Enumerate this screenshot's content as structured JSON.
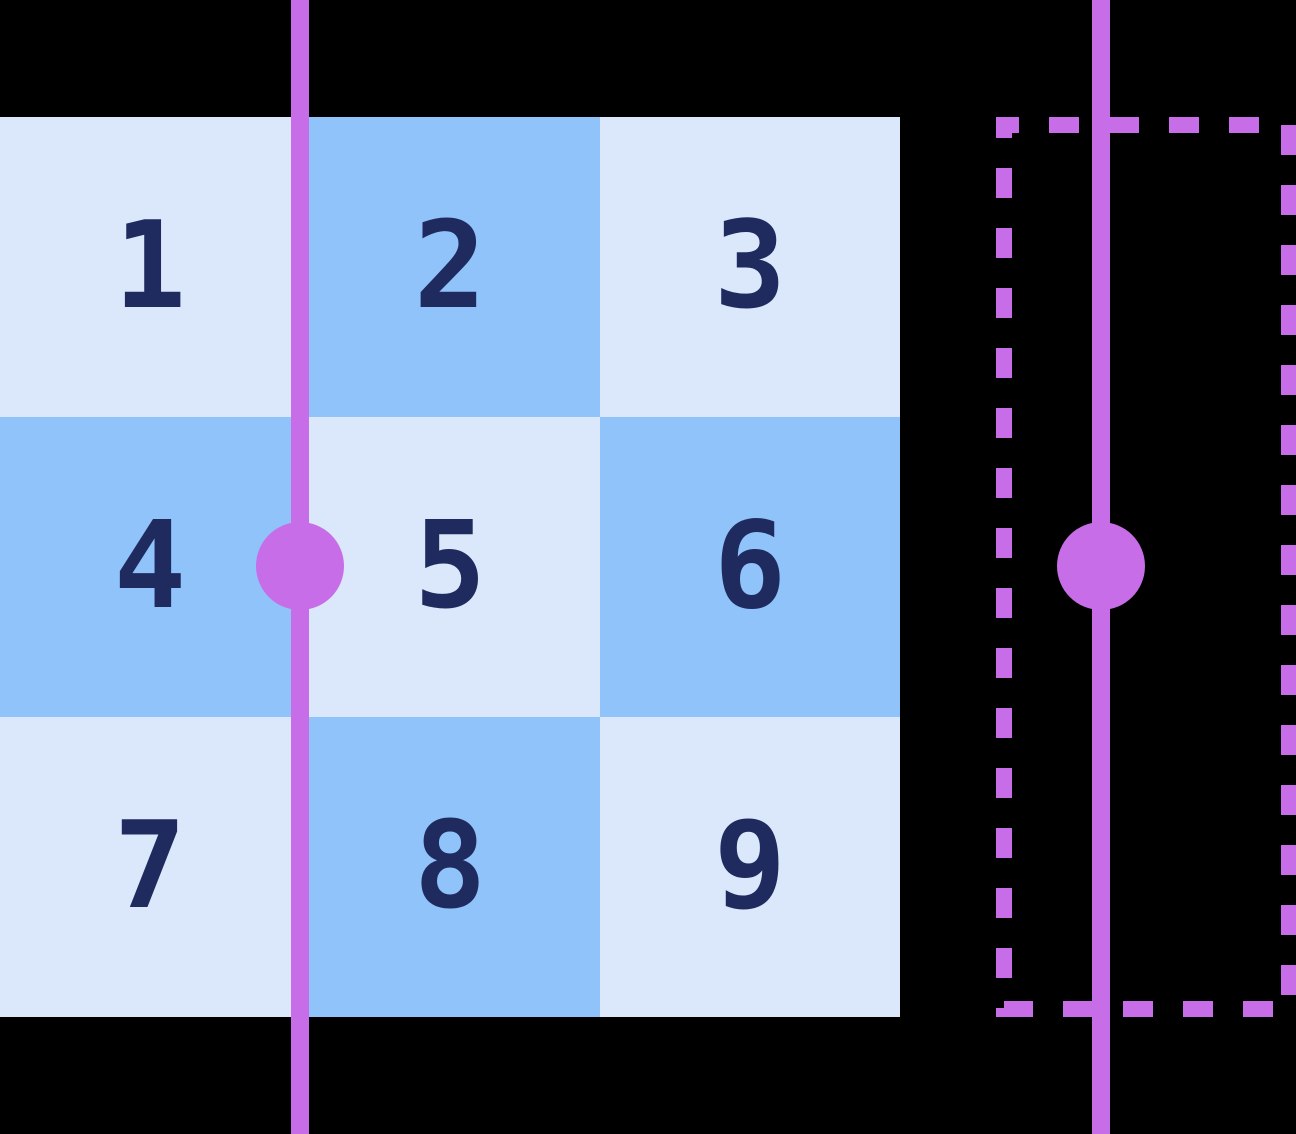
{
  "colors": {
    "background": "#000000",
    "cell_light": "#dbe8fc",
    "cell_medium": "#8fc3fa",
    "digit_navy": "#1f2b5e",
    "accent_purple": "#c76de8"
  },
  "grid": {
    "rows": 3,
    "cols": 3,
    "cells": [
      {
        "value": "1",
        "shade": "light"
      },
      {
        "value": "2",
        "shade": "medium"
      },
      {
        "value": "3",
        "shade": "light"
      },
      {
        "value": "4",
        "shade": "medium"
      },
      {
        "value": "5",
        "shade": "light"
      },
      {
        "value": "6",
        "shade": "medium"
      },
      {
        "value": "7",
        "shade": "light"
      },
      {
        "value": "8",
        "shade": "medium"
      },
      {
        "value": "9",
        "shade": "light"
      }
    ]
  },
  "scrubbers": {
    "left": {
      "handle_shape": "circle"
    },
    "right": {
      "handle_shape": "circle"
    }
  },
  "drop_zone": {
    "style": "dashed-outline"
  }
}
